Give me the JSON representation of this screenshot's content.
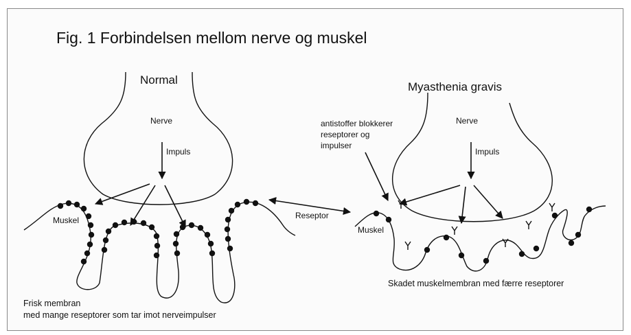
{
  "title": "Fig. 1 Forbindelsen mellom nerve og muskel",
  "normal": {
    "heading": "Normal",
    "nerve_label": "Nerve",
    "impulse_label": "Impuls",
    "muscle_label": "Muskel",
    "caption_line1": "Frisk membran",
    "caption_line2": "med mange reseptorer som tar imot nerveimpulser"
  },
  "receptor_label": "Reseptor",
  "myasthenia": {
    "heading": "Myasthenia gravis",
    "nerve_label": "Nerve",
    "impulse_label": "Impuls",
    "muscle_label": "Muskel",
    "antibody_line1": "antistoffer blokkerer",
    "antibody_line2": "reseptorer og",
    "antibody_line3": "impulser",
    "caption": "Skadet muskelmembran med færre reseptorer"
  },
  "colors": {
    "ink": "#111111",
    "frame": "#888888",
    "background": "#fbfbfb"
  }
}
